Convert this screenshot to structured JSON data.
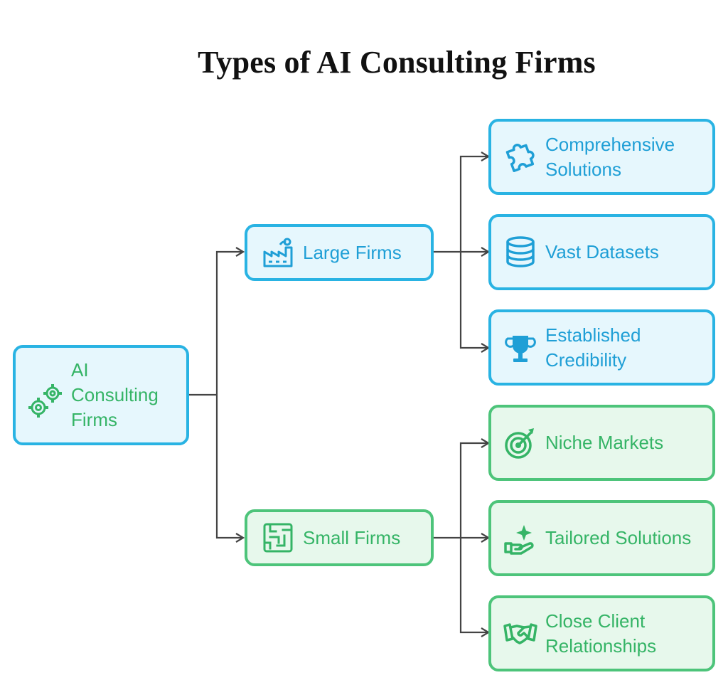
{
  "title": "Types of AI Consulting Firms",
  "root": {
    "label": "AI Consulting Firms",
    "icon": "gears-icon"
  },
  "branches": [
    {
      "label": "Large Firms",
      "icon": "factory-icon",
      "color": "#29b3e3",
      "children": [
        {
          "label": "Comprehensive Solutions",
          "icon": "puzzle-icon"
        },
        {
          "label": "Vast Datasets",
          "icon": "database-icon"
        },
        {
          "label": "Established Credibility",
          "icon": "trophy-icon"
        }
      ]
    },
    {
      "label": "Small Firms",
      "icon": "maze-icon",
      "color": "#4dc47a",
      "children": [
        {
          "label": "Niche Markets",
          "icon": "target-icon"
        },
        {
          "label": "Tailored Solutions",
          "icon": "hand-sparkle-icon"
        },
        {
          "label": "Close Client Relationships",
          "icon": "handshake-icon"
        }
      ]
    }
  ],
  "colors": {
    "blue_border": "#29b3e3",
    "blue_fill": "#e6f7fd",
    "green_border": "#4dc47a",
    "green_fill": "#e7f8ec",
    "connector": "#444444"
  }
}
